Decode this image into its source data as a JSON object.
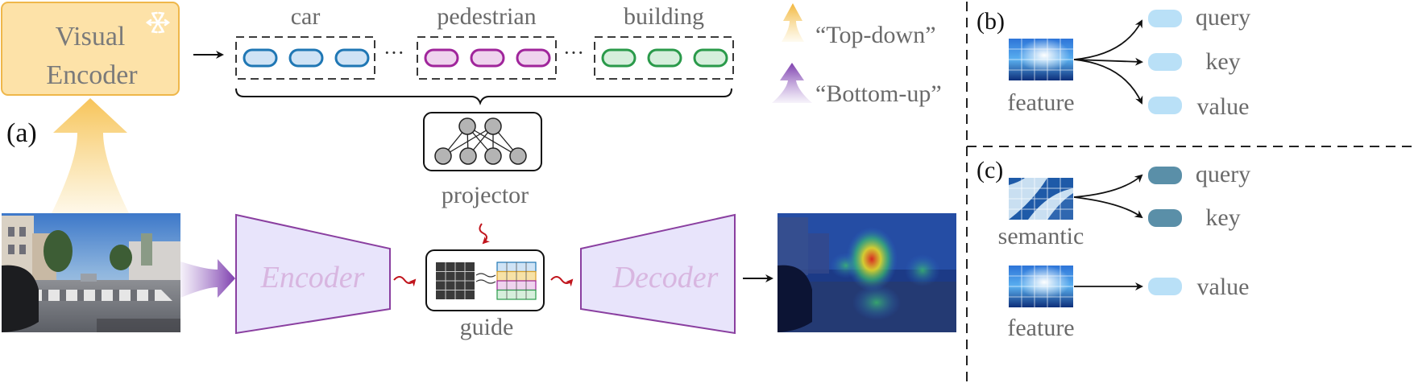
{
  "visual_encoder": {
    "line1": "Visual",
    "line2": "Encoder",
    "frozen_icon": "snowflake-icon"
  },
  "panel_labels": {
    "a": "(a)",
    "b": "(b)",
    "c": "(c)"
  },
  "token_groups": [
    {
      "label": "car",
      "color": "#1f77b4",
      "fill": "#cfe3f5"
    },
    {
      "label": "pedestrian",
      "color": "#a0259b",
      "fill": "#efd3ee"
    },
    {
      "label": "building",
      "color": "#2a9a4a",
      "fill": "#d6efdc"
    }
  ],
  "ellipsis": "···",
  "projector_label": "projector",
  "guide_label": "guide",
  "encoder_label": "Encoder",
  "decoder_label": "Decoder",
  "legend": {
    "top_down": "“Top-down”",
    "bottom_up": "“Bottom-up”",
    "top_down_color": "#f7cf6d",
    "bottom_up_color": "#8a56b8"
  },
  "panel_b": {
    "source": "feature",
    "targets": [
      "query",
      "key",
      "value"
    ]
  },
  "panel_c": {
    "semantic_source": "semantic",
    "semantic_targets": [
      "query",
      "key"
    ],
    "feature_source": "feature",
    "feature_targets": [
      "value"
    ]
  },
  "colors": {
    "encoder_fill": "#e8e4fb",
    "encoder_stroke": "#8a3fa0",
    "encoder_text": "#d8b6e0",
    "visual_encoder_fill": "#fde2a8",
    "visual_encoder_stroke": "#efb74a",
    "text_gray": "#6a6a6a",
    "light_pill": "#b9e0f7",
    "dark_pill": "#5a8fa8",
    "red_arrow": "#c0141c"
  }
}
